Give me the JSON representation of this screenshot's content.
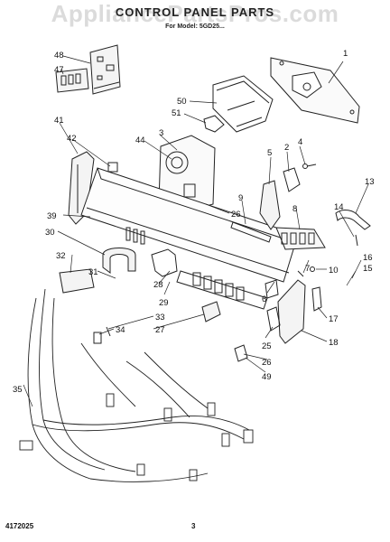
{
  "header": {
    "title": "CONTROL PANEL PARTS",
    "subtitle": "For Model: 5GD25..."
  },
  "watermark": "AppliancePartsPros.com",
  "footer": {
    "doc_number": "4172025",
    "page": "3"
  },
  "callouts": [
    "48",
    "47",
    "1",
    "50",
    "51",
    "41",
    "42",
    "3",
    "44",
    "2",
    "4",
    "5",
    "9",
    "13",
    "14",
    "8",
    "39",
    "26",
    "30",
    "32",
    "31",
    "28",
    "29",
    "7",
    "10",
    "16",
    "15",
    "6",
    "33",
    "27",
    "34",
    "17",
    "25",
    "18",
    "26",
    "35",
    "49"
  ]
}
